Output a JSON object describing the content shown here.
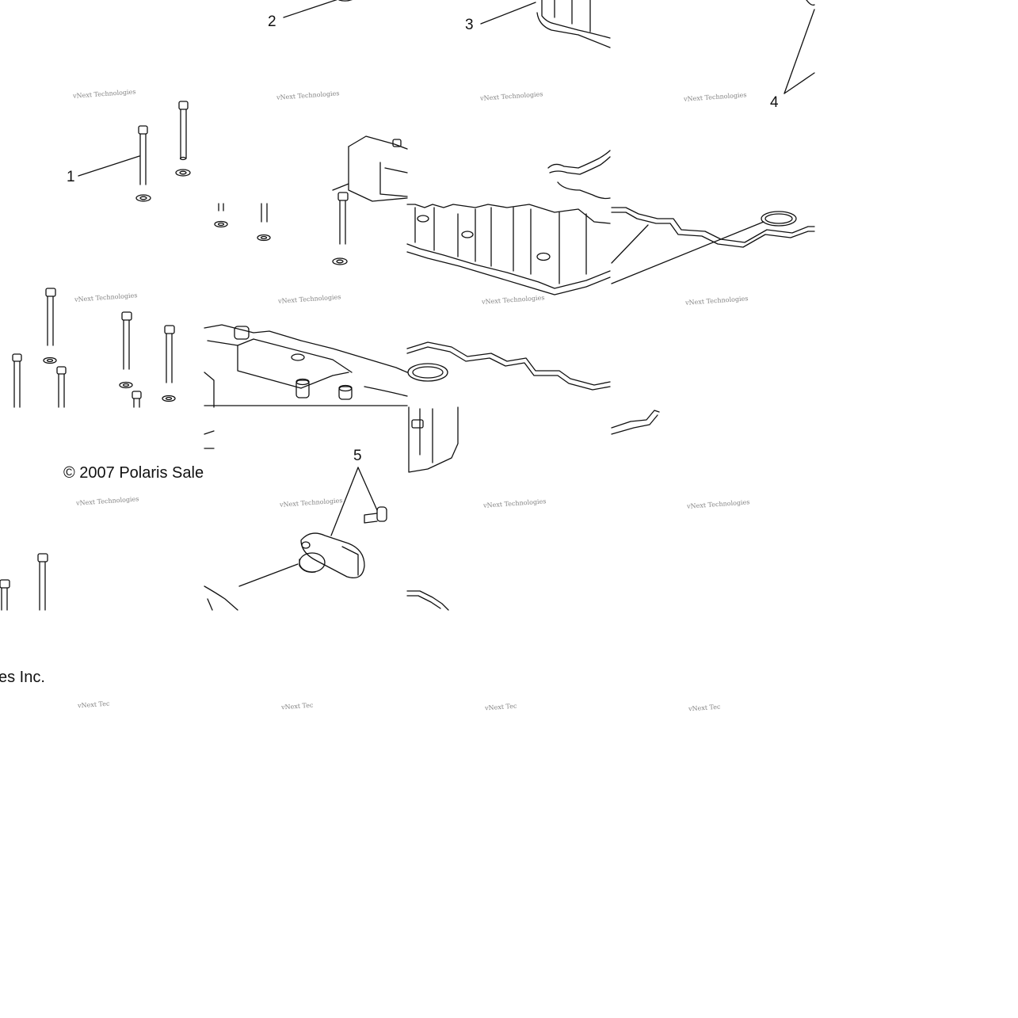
{
  "callouts": {
    "c1": "1",
    "c2": "2",
    "c3": "3",
    "c4": "4",
    "c5": "5"
  },
  "copyright": {
    "part_a": "© 2007 Polaris Sale",
    "part_b": "es Inc."
  },
  "watermark": {
    "full": "vNext Technologies",
    "cut": "vNext Tec"
  },
  "colors": {
    "line": "#111111",
    "watermark": "#6e6e6e",
    "background": "#ffffff"
  }
}
